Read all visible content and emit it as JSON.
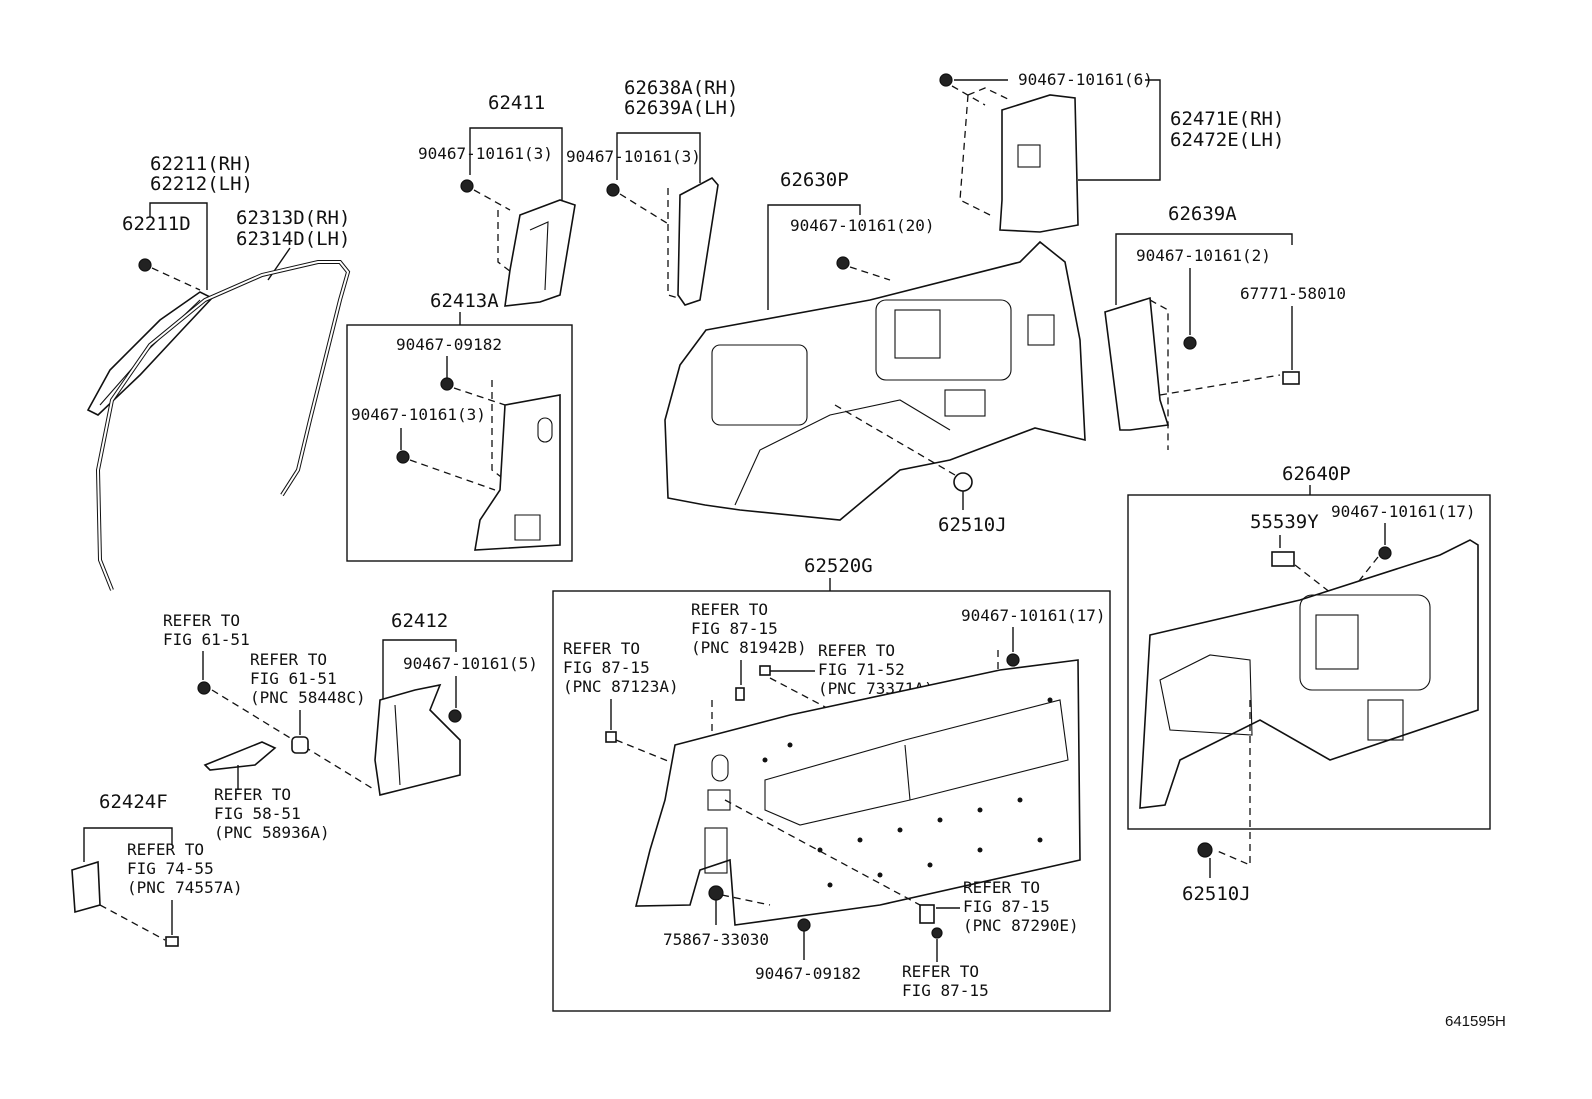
{
  "diagram_code": "641595H",
  "labels": {
    "l_62211rh": "62211(RH)",
    "l_62212lh": "62212(LH)",
    "l_62211d": "62211D",
    "l_62313d": "62313D(RH)",
    "l_62314d": "62314D(LH)",
    "l_62411": "62411",
    "l_62411_clip": "90467-10161(3)",
    "l_62638a": "62638A(RH)",
    "l_62639a_lh": "62639A(LH)",
    "l_62638_clip": "90467-10161(3)",
    "l_62413a": "62413A",
    "l_62413_clip1": "90467-09182",
    "l_62413_clip2": "90467-10161(3)",
    "l_62630p": "62630P",
    "l_62630_clip": "90467-10161(20)",
    "l_62471_clip": "90467-10161(6)",
    "l_62471e": "62471E(RH)",
    "l_62472e": "62472E(LH)",
    "l_62639a": "62639A",
    "l_62639_clip": "90467-10161(2)",
    "l_67771": "67771-58010",
    "l_62510j_a": "62510J",
    "l_62640p": "62640P",
    "l_55539y": "55539Y",
    "l_62640_clip": "90467-10161(17)",
    "l_62510j_b": "62510J",
    "l_62520g": "62520G",
    "l_62520_clip": "90467-10161(17)",
    "l_62412": "62412",
    "l_62412_clip": "90467-10161(5)",
    "l_62424f": "62424F",
    "l_75867": "75867-33030",
    "l_62520_clip2": "90467-09182"
  },
  "refers": {
    "r1": [
      "REFER TO",
      "FIG 61-51"
    ],
    "r2": [
      "REFER TO",
      "FIG 61-51",
      "(PNC 58448C)"
    ],
    "r3": [
      "REFER TO",
      "FIG 58-51",
      "(PNC 58936A)"
    ],
    "r4": [
      "REFER TO",
      "FIG 74-55",
      "(PNC 74557A)"
    ],
    "r5": [
      "REFER TO",
      "FIG 87-15",
      "(PNC 87123A)"
    ],
    "r6": [
      "REFER TO",
      "FIG 87-15",
      "(PNC 81942B)"
    ],
    "r7": [
      "REFER TO",
      "FIG 71-52",
      "(PNC 73371A)"
    ],
    "r8": [
      "REFER TO",
      "FIG 87-15",
      "(PNC 87290E)"
    ],
    "r9": [
      "REFER TO",
      "FIG 87-15"
    ]
  }
}
